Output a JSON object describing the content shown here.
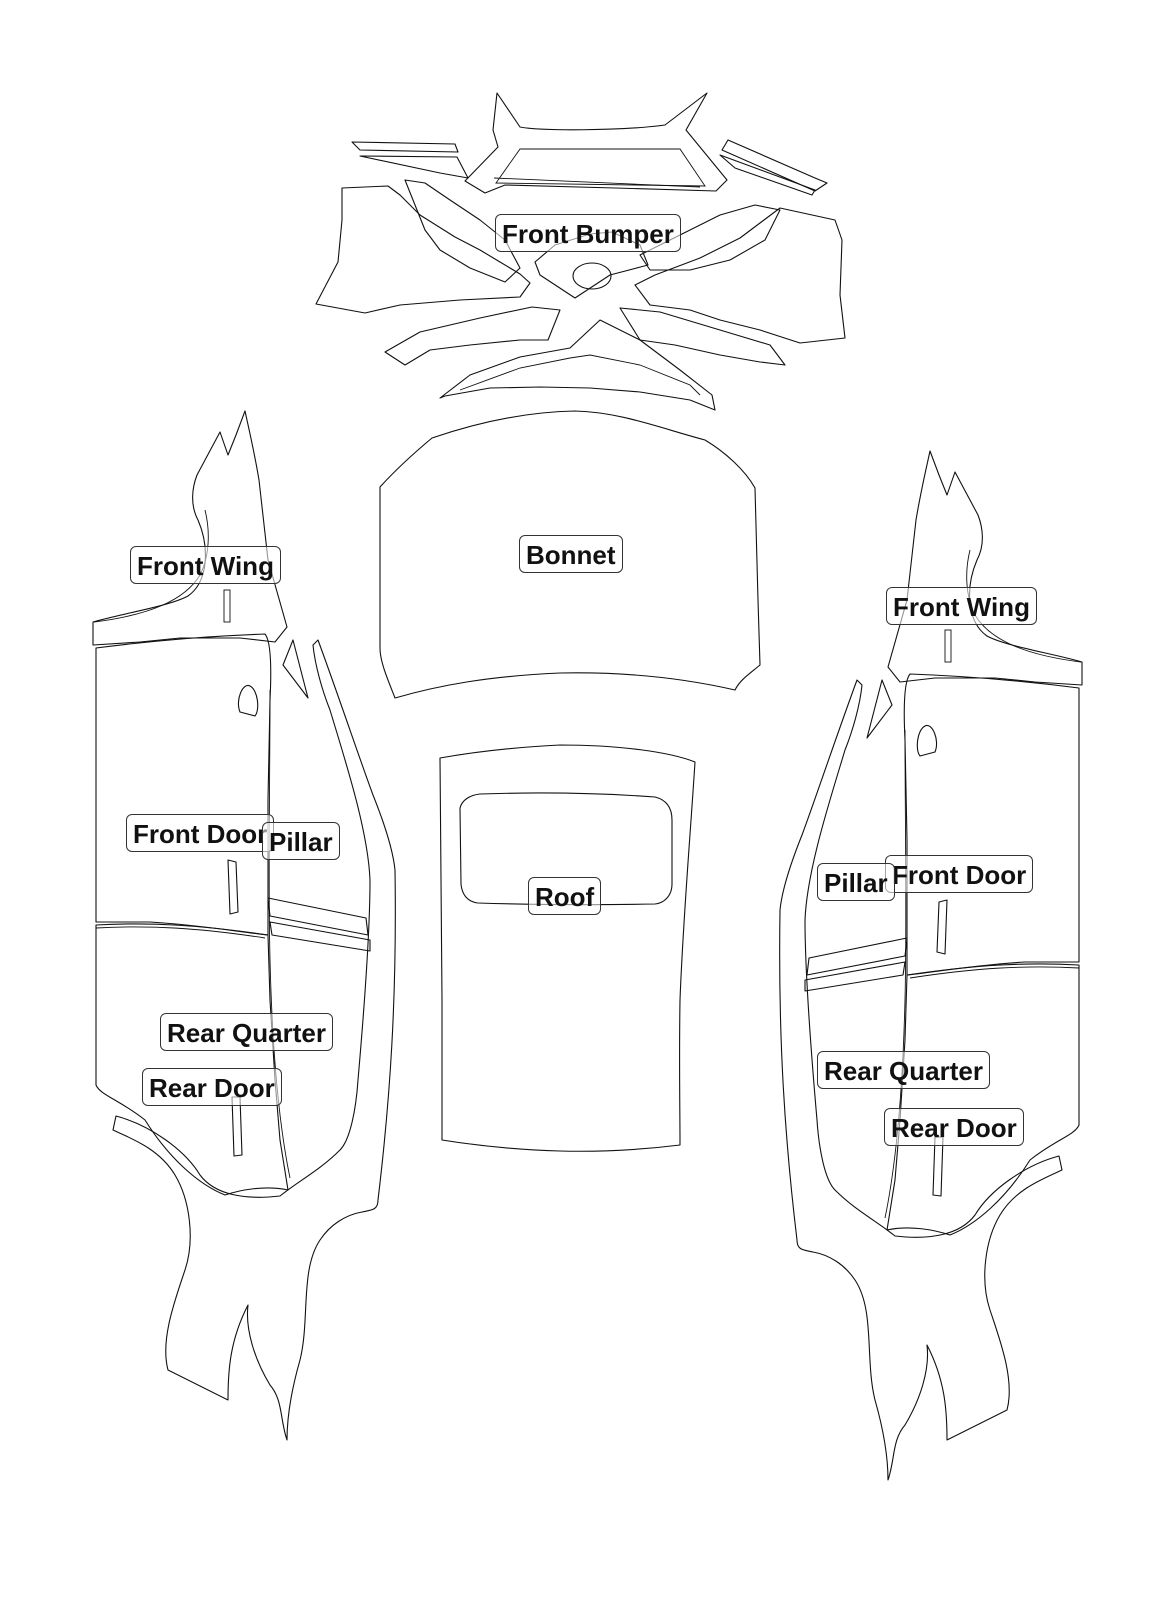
{
  "labels": {
    "front_bumper": "Front Bumper",
    "bonnet": "Bonnet",
    "roof": "Roof",
    "left_front_wing": "Front Wing",
    "left_front_door": "Front Door",
    "left_pillar": "Pillar",
    "left_rear_quarter": "Rear Quarter",
    "left_rear_door": "Rear Door",
    "right_front_wing": "Front Wing",
    "right_front_door": "Front Door",
    "right_pillar": "Pillar",
    "right_rear_quarter": "Rear Quarter",
    "right_rear_door": "Rear Door"
  }
}
